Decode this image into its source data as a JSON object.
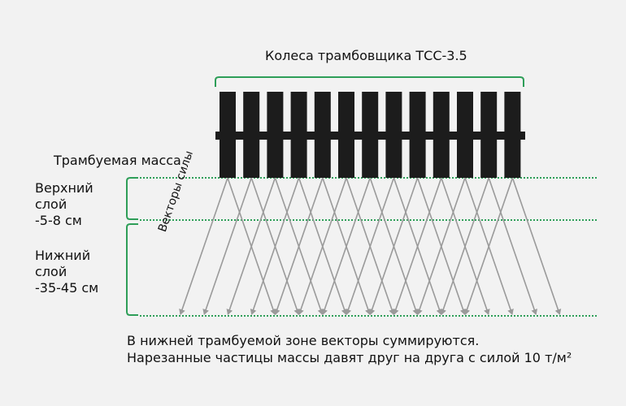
{
  "title": "Колеса трамбовщика ТСС-3.5",
  "compacted_mass_label": "Трамбуемая масса",
  "layers": {
    "upper": "Верхний\nслой\n-5-8 см",
    "lower": "Нижний\nслой\n-35-45 см"
  },
  "vectors_label": "Векторы силы",
  "caption": {
    "line1": "В нижней трамбуемой зоне векторы суммируются.",
    "line2": "Нарезанные частицы массы давят друг на друга с силой 10 т/м²"
  },
  "wheels": {
    "count": 13
  },
  "colors": {
    "background": "#f2f2f2",
    "accent_green": "#2e9e58",
    "wheel": "#1c1c1c",
    "vector_gray": "#9a9a9a"
  }
}
